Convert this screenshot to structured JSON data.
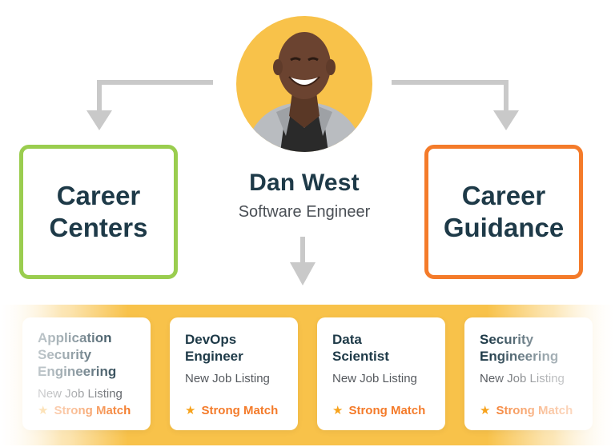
{
  "person": {
    "name": "Dan West",
    "role": "Software Engineer"
  },
  "boxes": {
    "left": {
      "label": "Career\nCenters",
      "color": "#9ACD4F"
    },
    "right": {
      "label": "Career\nGuidance",
      "color": "#F47B2A"
    }
  },
  "jobs": [
    {
      "title": "Application\nSecurity\nEngineering",
      "status": "New Job Listing",
      "match": "Strong Match"
    },
    {
      "title": "DevOps\nEngineer",
      "status": "New Job Listing",
      "match": "Strong Match"
    },
    {
      "title": "Data\nScientist",
      "status": "New Job Listing",
      "match": "Strong Match"
    },
    {
      "title": "Security\nEngineering",
      "status": "New Job Listing",
      "match": "Strong Match"
    }
  ],
  "icons": {
    "match": "star-icon",
    "flow": "arrow-down-icon",
    "person": "avatar-photo"
  },
  "colors": {
    "band": "#F8C24A",
    "arrow": "#c9c9c9",
    "text": "#1e3a48",
    "accent": "#F47B2A"
  }
}
